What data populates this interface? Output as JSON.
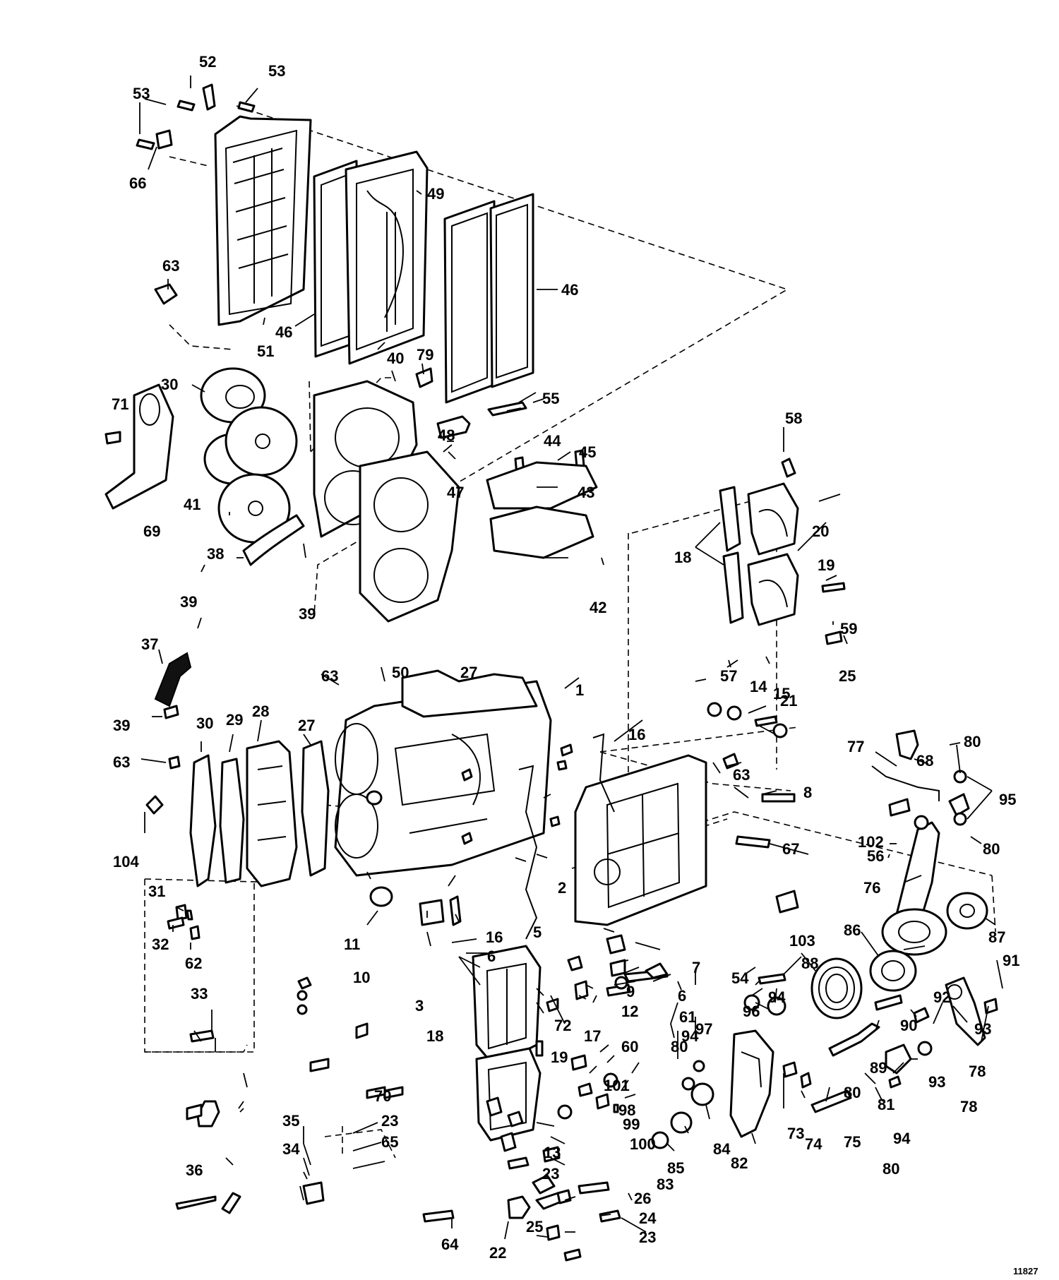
{
  "diagram": {
    "reference_number": "11827",
    "callouts": [
      "1",
      "2",
      "3",
      "5",
      "6",
      "7",
      "8",
      "9",
      "10",
      "11",
      "12",
      "13",
      "14",
      "15",
      "16",
      "17",
      "18",
      "19",
      "20",
      "21",
      "22",
      "23",
      "24",
      "25",
      "26",
      "27",
      "28",
      "29",
      "30",
      "31",
      "32",
      "33",
      "34",
      "35",
      "36",
      "37",
      "38",
      "39",
      "40",
      "41",
      "42",
      "43",
      "44",
      "45",
      "46",
      "47",
      "48",
      "49",
      "50",
      "51",
      "52",
      "53",
      "54",
      "55",
      "56",
      "57",
      "58",
      "59",
      "60",
      "61",
      "62",
      "63",
      "64",
      "65",
      "66",
      "67",
      "68",
      "69",
      "70",
      "71",
      "72",
      "73",
      "74",
      "75",
      "76",
      "77",
      "78",
      "79",
      "80",
      "81",
      "82",
      "83",
      "84",
      "85",
      "86",
      "87",
      "88",
      "89",
      "90",
      "91",
      "92",
      "93",
      "94",
      "95",
      "96",
      "97",
      "98",
      "99",
      "100",
      "101",
      "102",
      "103",
      "104"
    ]
  }
}
